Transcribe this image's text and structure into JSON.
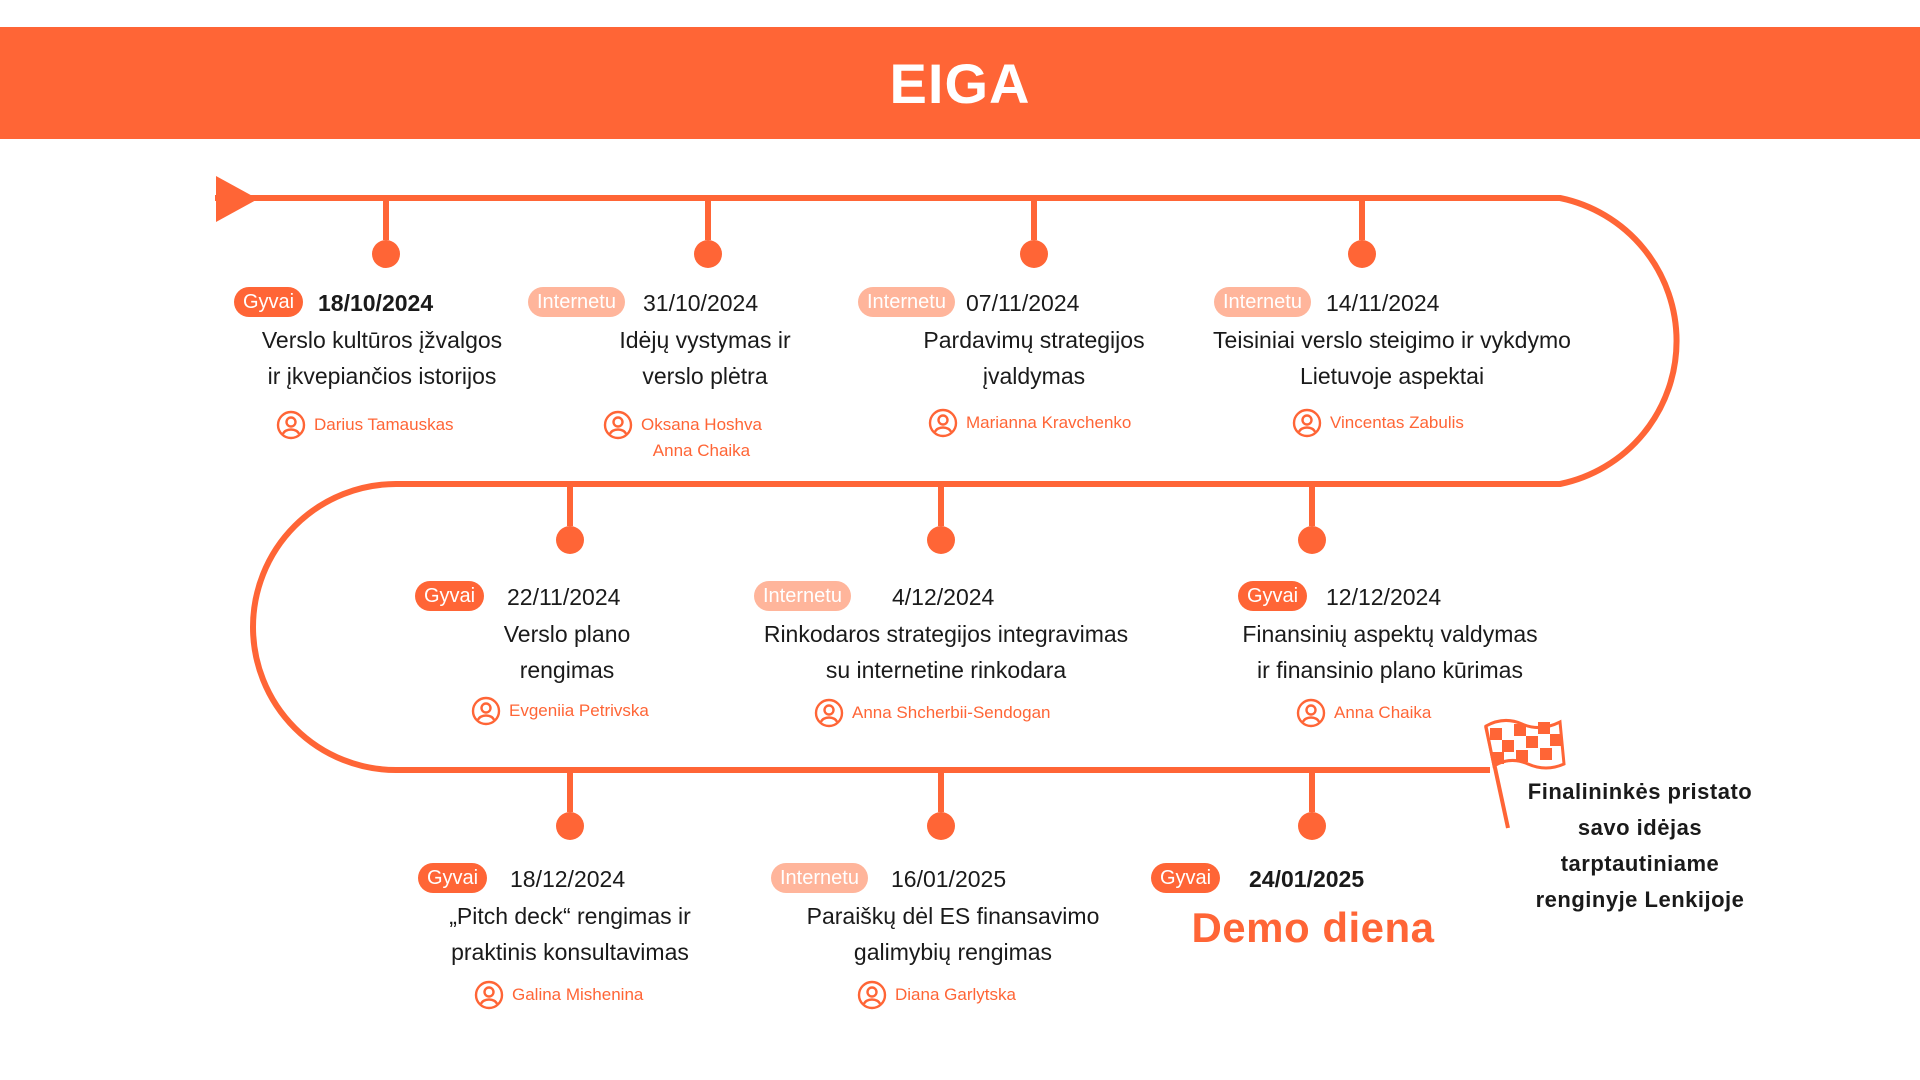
{
  "banner": {
    "title": "EIGA"
  },
  "colors": {
    "accent": "#ff6536",
    "online_badge": "#ffb59b",
    "text": "#1a1a1a"
  },
  "icons": {
    "start": "play-triangle-icon",
    "speaker": "user-circle-icon",
    "finish": "checkered-flag-icon"
  },
  "events": [
    {
      "badge": "Gyvai",
      "date": "18/10/2024",
      "lines": [
        "Verslo kultūros įžvalgos",
        "ir įkvepiančios istorijos"
      ],
      "speakers": [
        "Darius Tamauskas"
      ]
    },
    {
      "badge": "Internetu",
      "date": "31/10/2024",
      "lines": [
        "Idėjų vystymas ir",
        "verslo plėtra"
      ],
      "speakers": [
        "Oksana Hoshva",
        "Anna Chaika"
      ]
    },
    {
      "badge": "Internetu",
      "date": "07/11/2024",
      "lines": [
        "Pardavimų strategijos",
        "įvaldymas"
      ],
      "speakers": [
        "Marianna Kravchenko"
      ]
    },
    {
      "badge": "Internetu",
      "date": "14/11/2024",
      "lines": [
        "Teisiniai verslo steigimo ir vykdymo",
        "Lietuvoje aspektai"
      ],
      "speakers": [
        "Vincentas Zabulis"
      ]
    },
    {
      "badge": "Gyvai",
      "date": "22/11/2024",
      "lines": [
        "Verslo plano",
        "rengimas"
      ],
      "speakers": [
        "Evgeniia Petrivska"
      ]
    },
    {
      "badge": "Internetu",
      "date": "4/12/2024",
      "lines": [
        "Rinkodaros strategijos integravimas",
        "su internetine rinkodara"
      ],
      "speakers": [
        "Anna Shcherbii-Sendogan"
      ]
    },
    {
      "badge": "Gyvai",
      "date": "12/12/2024",
      "lines": [
        "Finansinių aspektų valdymas",
        "ir finansinio plano kūrimas"
      ],
      "speakers": [
        "Anna Chaika"
      ]
    },
    {
      "badge": "Gyvai",
      "date": "18/12/2024",
      "lines": [
        "„Pitch deck“ rengimas ir",
        "praktinis konsultavimas"
      ],
      "speakers": [
        "Galina Mishenina"
      ]
    },
    {
      "badge": "Internetu",
      "date": "16/01/2025",
      "lines": [
        "Paraiškų dėl ES finansavimo",
        "galimybių rengimas"
      ],
      "speakers": [
        "Diana Garlytska"
      ]
    },
    {
      "badge": "Gyvai",
      "date": "24/01/2025",
      "lines": [],
      "highlight": "Demo diena",
      "speakers": []
    }
  ],
  "finale": {
    "lines": [
      "Finalininkės pristato",
      "savo idėjas",
      "tarptautiniame",
      "renginyje Lenkijoje"
    ]
  }
}
